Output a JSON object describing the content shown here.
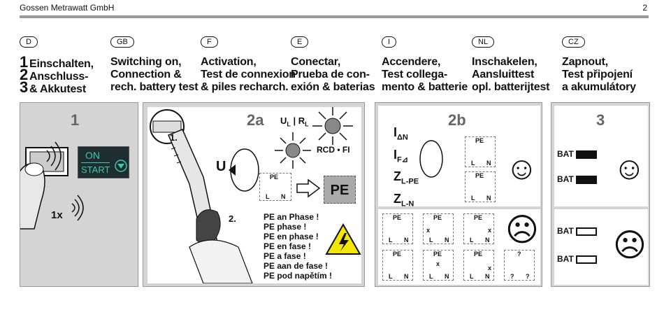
{
  "header": {
    "company": "Gossen Metrawatt GmbH",
    "page": "2"
  },
  "languages": [
    {
      "code": "D",
      "lines": [
        "Einschalten,",
        "Anschluss-",
        "& Akkutest"
      ],
      "nums": [
        "1",
        "2",
        "3"
      ]
    },
    {
      "code": "GB",
      "lines": [
        "Switching on,",
        "Connection &",
        "rech. battery test"
      ]
    },
    {
      "code": "F",
      "lines": [
        "Activation,",
        "Test de connexion",
        "& piles recharch."
      ]
    },
    {
      "code": "E",
      "lines": [
        "Conectar,",
        "Prueba de con-",
        "exión & baterias"
      ]
    },
    {
      "code": "I",
      "lines": [
        "Accendere,",
        "Test collega-",
        "mento & batterie"
      ]
    },
    {
      "code": "NL",
      "lines": [
        "Inschakelen,",
        "Aansluittest",
        "opl. batterijtest"
      ]
    },
    {
      "code": "CZ",
      "lines": [
        "Zapnout,",
        "Test připojení",
        "a akumulátory"
      ]
    }
  ],
  "panel1": {
    "title": "1",
    "on": "ON",
    "start": "START",
    "times": "1x"
  },
  "panel2a": {
    "title": "2a",
    "step1": "1.",
    "step2": "2.",
    "ul": "U",
    "ul_sub": "L",
    "rl": "R",
    "rl_sub": "L",
    "rcd": "RCD • FI",
    "u": "U",
    "pe": "PE",
    "pe_small": "PE",
    "l": "L",
    "n": "N",
    "warnings": [
      "PE an Phase !",
      "PE phase !",
      "PE en phase !",
      "PE en fase !",
      "PE a fase !",
      "PE aan de fase !",
      "PE pod napětím !"
    ]
  },
  "panel2b": {
    "title": "2b",
    "labels": [
      "I",
      "I",
      "Z",
      "Z"
    ],
    "subs": [
      "ΔN",
      "F⊿",
      "L-PE",
      "L-N"
    ],
    "pe": "PE",
    "l": "L",
    "n": "N",
    "x": "x",
    "q": "?"
  },
  "panel3": {
    "title": "3",
    "bat": "BAT"
  },
  "colors": {
    "panel": "#d4d4d4",
    "rule": "#9a9a9a",
    "lamp": "#888888"
  }
}
